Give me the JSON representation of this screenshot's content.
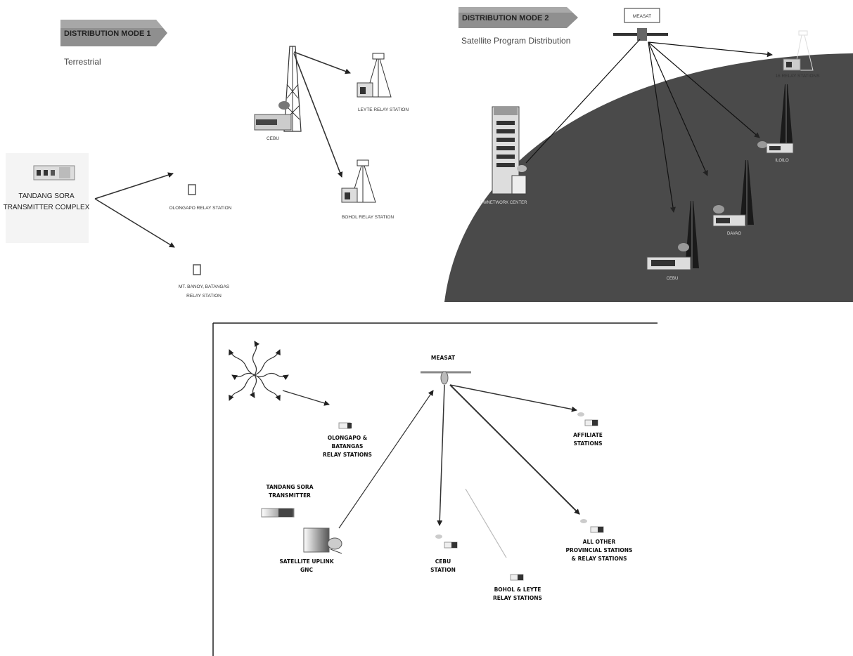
{
  "colors": {
    "globe": "#4a4a4a",
    "banner": "#9a9a9a",
    "line": "#333333",
    "bg": "#ffffff"
  },
  "mode1": {
    "banner": "DISTRIBUTION MODE 1",
    "subtitle": "Terrestrial",
    "transmitter_line1": "TANDANG SORA",
    "transmitter_line2": "TRANSMITTER COMPLEX",
    "olongapo": "OLONGAPO RELAY STATION",
    "batangas_line1": "MT. BANOY, BATANGAS",
    "batangas_line2": "RELAY STATION",
    "cebu": "CEBU",
    "leyte": "LEYTE RELAY STATION",
    "bohol": "BOHOL RELAY STATION"
  },
  "mode2": {
    "banner": "DISTRIBUTION MODE 2",
    "subtitle": "Satellite Program Distribution",
    "satellite": "MEASAT",
    "network_center": "DWNETWORK CENTER",
    "relay_stations": "16 RELAY STATIONS",
    "iloilo": "ILOILO",
    "davao": "DAVAO",
    "cebu": "CEBU"
  },
  "mode3": {
    "satellite": "MEASAT",
    "olongapo_line1": "OLONGAPO &",
    "olongapo_line2": "BATANGAS",
    "olongapo_line3": "RELAY STATIONS",
    "affiliate_line1": "AFFILIATE",
    "affiliate_line2": "STATIONS",
    "transmitter_line1": "TANDANG SORA",
    "transmitter_line2": "TRANSMITTER",
    "uplink_line1": "SATELLITE UPLINK",
    "uplink_line2": "GNC",
    "cebu_line1": "CEBU",
    "cebu_line2": "STATION",
    "bohol_line1": "BOHOL & LEYTE",
    "bohol_line2": "RELAY STATIONS",
    "others_line1": "ALL OTHER",
    "others_line2": "PROVINCIAL STATIONS",
    "others_line3": "& RELAY STATIONS"
  }
}
